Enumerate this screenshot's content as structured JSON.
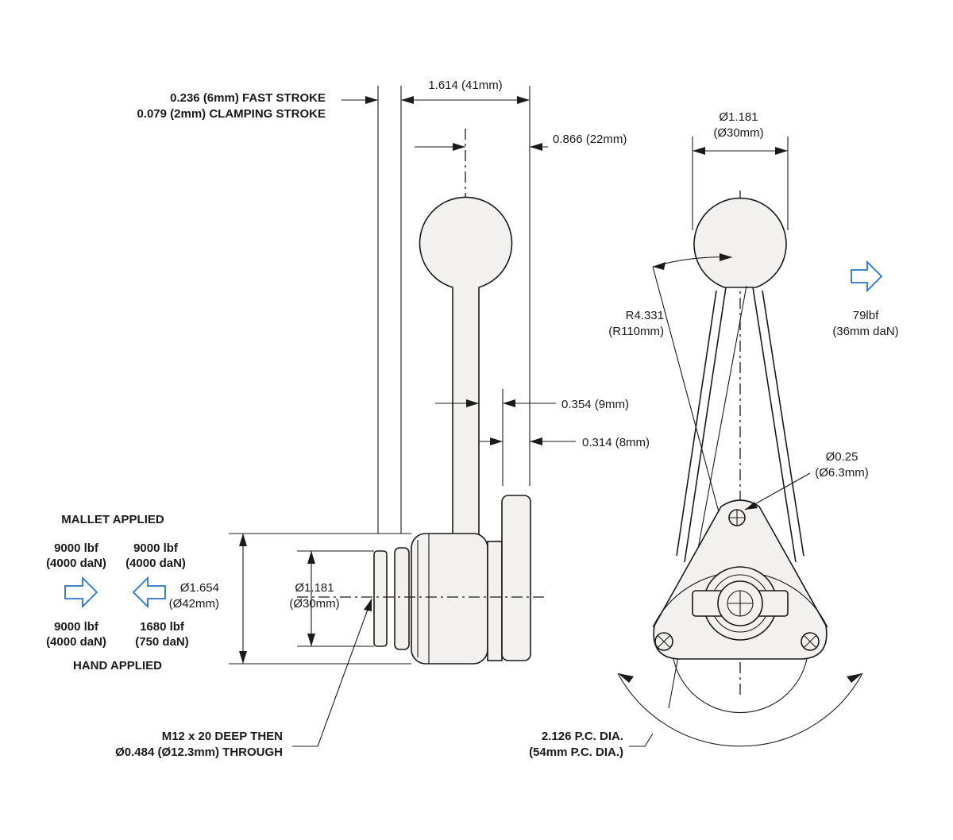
{
  "side_view": {
    "stroke_line_1": "0.236 (6mm) FAST STROKE",
    "stroke_line_2": "0.079 (2mm) CLAMPING STROKE",
    "width_label": "1.614 (41mm)",
    "offset_label": "0.866 (22mm)",
    "dim_9": "0.354 (9mm)",
    "dim_8": "0.314 (8mm)",
    "outer_dia_1": "Ø1.654",
    "outer_dia_2": "(Ø42mm)",
    "inner_dia_1": "Ø1.181",
    "inner_dia_2": "(Ø30mm)",
    "thread_line_1": "M12 x 20 DEEP THEN",
    "thread_line_2": "Ø0.484 (Ø12.3mm) THROUGH"
  },
  "front_view": {
    "ball_dia_1": "Ø1.181",
    "ball_dia_2": "(Ø30mm)",
    "radius_1": "R4.331",
    "radius_2": "(R110mm)",
    "force_1": "79lbf",
    "force_2": "(36mm daN)",
    "hole_1": "Ø0.25",
    "hole_2": "(Ø6.3mm)",
    "pcd_1": "2.126 P.C. DIA.",
    "pcd_2": "(54mm P.C. DIA.)"
  },
  "forces": {
    "mallet_title": "MALLET APPLIED",
    "mallet_left_1": "9000 lbf",
    "mallet_left_2": "(4000 daN)",
    "mallet_right_1": "9000 lbf",
    "mallet_right_2": "(4000 daN)",
    "hand_left_1": "9000 lbf",
    "hand_left_2": "(4000 daN)",
    "hand_right_1": "1680 lbf",
    "hand_right_2": "(750 daN)",
    "hand_title": "HAND APPLIED"
  },
  "colors": {
    "line": "#1a1a1a",
    "arrow_blue": "#2a73c8",
    "part_fill": "#f2f1f0"
  }
}
